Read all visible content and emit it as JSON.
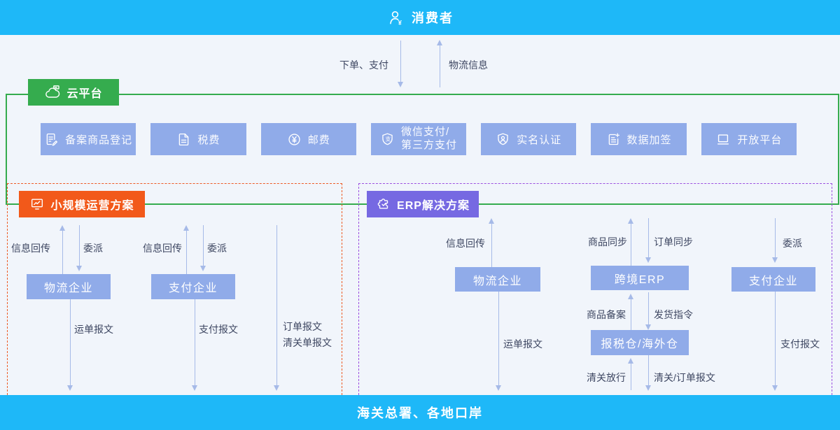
{
  "colors": {
    "bar_cyan": "#1EB8F8",
    "background": "#F1F5FB",
    "node_blue": "#90ABE9",
    "arrow": "#A6BAE8",
    "cloud_green": "#35AC4E",
    "small_scale_orange": "#F2591A",
    "small_scale_dash": "#ED5A24",
    "erp_purple": "#7669E2",
    "erp_dash": "#9C4FE0",
    "label_text": "#3E4762"
  },
  "top_bar": {
    "title": "消费者"
  },
  "consumer_flows": {
    "order_pay": "下单、支付",
    "logistics_info": "物流信息"
  },
  "cloud_platform": {
    "label": "云平台",
    "services": [
      {
        "label": "备案商品登记",
        "icon": "doc-edit-icon"
      },
      {
        "label": "税费",
        "icon": "tax-receipt-icon"
      },
      {
        "label": "邮费",
        "icon": "yen-circle-icon"
      },
      {
        "label": "微信支付/",
        "label2": "第三方支付",
        "icon": "shield-pay-icon"
      },
      {
        "label": "实名认证",
        "icon": "shield-person-icon"
      },
      {
        "label": "数据加签",
        "icon": "doc-plus-icon"
      },
      {
        "label": "开放平台",
        "icon": "laptop-icon"
      }
    ]
  },
  "small_scale": {
    "label": "小规模运营方案",
    "logistics_node": "物流企业",
    "payment_node": "支付企业",
    "logistics_up": "信息回传",
    "logistics_down": "委派",
    "payment_up": "信息回传",
    "payment_down": "委派",
    "waybill_msg": "运单报文",
    "payment_msg": "支付报文",
    "order_msg": "订单报文",
    "clearance_msg": "清关单报文"
  },
  "erp_solution": {
    "label": "ERP解决方案",
    "logistics_node": "物流企业",
    "erp_node": "跨境ERP",
    "payment_node": "支付企业",
    "warehouse_node": "报税仓/海外仓",
    "logistics_up": "信息回传",
    "goods_sync": "商品同步",
    "order_sync": "订单同步",
    "delegate": "委派",
    "goods_record": "商品备案",
    "dispatch_order": "发货指令",
    "clearance_release": "清关放行",
    "clearance_order_msg": "清关/订单报文",
    "waybill_msg": "运单报文",
    "payment_msg": "支付报文"
  },
  "bottom_bar": {
    "title": "海关总署、各地口岸"
  }
}
